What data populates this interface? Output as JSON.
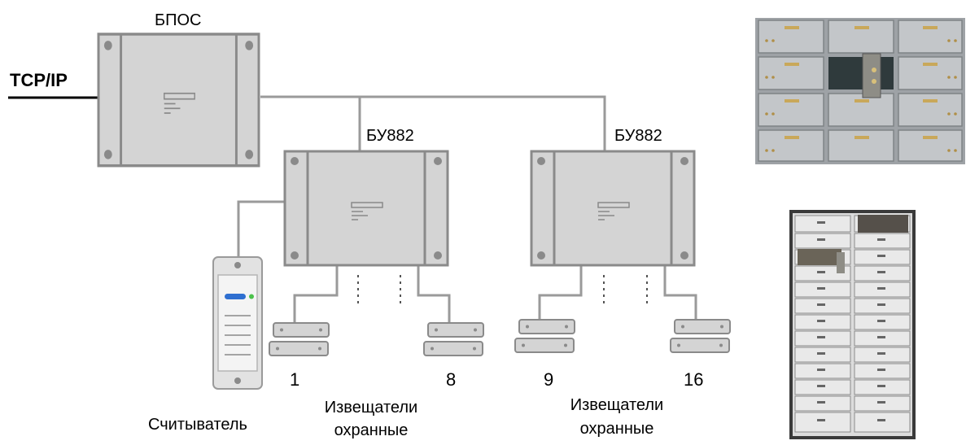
{
  "network": {
    "label": "TCP/IP"
  },
  "bpos": {
    "label": "БПОС"
  },
  "controllers": [
    {
      "label": "БУ882"
    },
    {
      "label": "БУ882"
    }
  ],
  "sensors": [
    {
      "first": "1",
      "last": "8",
      "caption_line1": "Извещатели",
      "caption_line2": "охранные"
    },
    {
      "first": "9",
      "last": "16",
      "caption_line1": "Извещатели",
      "caption_line2": "охранные"
    }
  ],
  "reader": {
    "label": "Считыватель"
  },
  "colors": {
    "box_fill": "#d4d4d4",
    "box_stroke": "#8a8a8a",
    "wire": "#9a9a9a",
    "reader_indicator": "#2f6fd0",
    "reader_led": "#4cc24c",
    "safe_body": "#a9acb0",
    "safe_open_door": "#2f3a3c"
  },
  "photos": [
    {
      "name": "safe-deposit-boxes-photo-top"
    },
    {
      "name": "safe-deposit-boxes-photo-bottom"
    }
  ]
}
